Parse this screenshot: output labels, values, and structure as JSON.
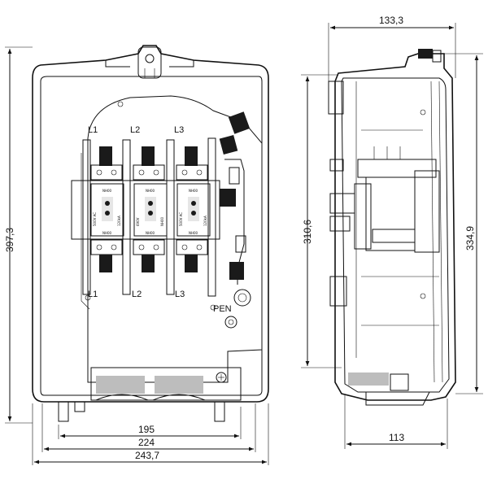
{
  "front_view": {
    "phase_labels_top": [
      "L1",
      "L2",
      "L3"
    ],
    "phase_labels_bottom": [
      "L1",
      "L2",
      "L3"
    ],
    "pen_label": "PEN",
    "fuse_text": [
      "NH00",
      "500V AC",
      "690V",
      "120kA"
    ]
  },
  "dimensions": {
    "front_height_total": "397,3",
    "front_width_inner": "195",
    "front_width_mid": "224",
    "front_width_total": "243,7",
    "side_depth_top": "133,3",
    "side_height_inner": "310,6",
    "side_height_total": "334,9",
    "side_depth_bottom": "113"
  }
}
